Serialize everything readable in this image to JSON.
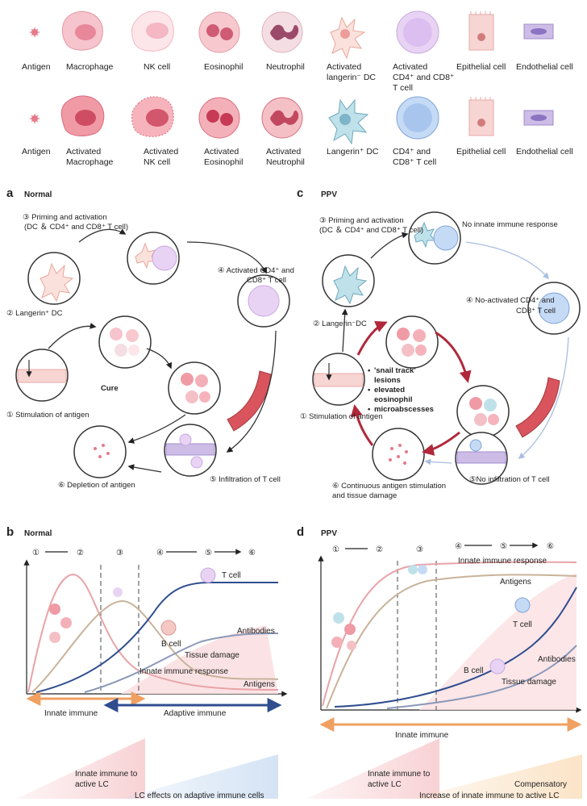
{
  "legend": {
    "row1": [
      "Antigen",
      "Macrophage",
      "NK cell",
      "Eosinophil",
      "Neutrophil",
      "Activated",
      "langerin⁻ DC",
      "Activated",
      "CD4⁺ and CD8⁺",
      "T cell",
      "Epithelial cell",
      "Endothelial cell"
    ],
    "row2": [
      "Antigen",
      "Activated",
      "Macrophage",
      "Activated",
      "NK cell",
      "Activated",
      "Eosinophil",
      "Activated",
      "Neutrophil",
      "Langerin⁺ DC",
      "CD4⁺ and",
      "CD8⁺ T cell",
      "Epithelial cell",
      "Endothelial cell"
    ]
  },
  "panel_a": {
    "letter": "a",
    "title": "Normal",
    "step3a": "③ Priming and activation",
    "step3b": "(DC ＆ CD4⁺ and CD8⁺ T cell)",
    "step4a": "④ Activated CD4⁺ and",
    "step4b": "CD8⁺ T cell",
    "step2": "② Langerin⁺ DC",
    "center": "Cure",
    "step1": "① Stimulation of antigen",
    "step5": "⑤ Infiltration of T cell",
    "step6": "⑥ Depletion of antigen"
  },
  "panel_c": {
    "letter": "c",
    "title": "PPV",
    "step3a": "③ Priming and activation",
    "step3b": "(DC ＆ CD4⁺ and CD8⁺ T cell)",
    "note": "No innate immune response",
    "step4a": "④ No-activated CD4⁺ and",
    "step4b": "CD8⁺ T cell",
    "step2": "② Langerin⁻DC",
    "bullets": [
      "'snail track'",
      "lesions",
      "elevated",
      "eosinophil",
      "microabscesses"
    ],
    "step1": "① Stimulation of antigen",
    "step5": "⑤No infiltration of T cell",
    "step6a": "⑥ Continuous antigen stimulation",
    "step6b": "and tissue damage"
  },
  "panel_b": {
    "letter": "b",
    "title": "Normal",
    "steps": [
      "①",
      "②",
      "③",
      "④",
      "⑤",
      "⑥"
    ],
    "curve_labels": {
      "t_cell": "T cell",
      "b_cell": "B cell",
      "antibodies": "Antibodies",
      "tissue_damage": "Tissue damage",
      "innate_response": "Innate immune response",
      "antigens": "Antigens"
    },
    "phase_innate": "Innate immune",
    "phase_adaptive": "Adaptive immune",
    "wedge1a": "Innate immune to",
    "wedge1b": "active LC",
    "wedge2": "LC effects on adaptive immune cells"
  },
  "panel_d": {
    "letter": "d",
    "title": "PPV",
    "steps": [
      "①",
      "②",
      "③",
      "④",
      "⑤",
      "⑥"
    ],
    "curve_labels": {
      "innate_response": "Innate immune response",
      "antigens": "Antigens",
      "t_cell": "T cell",
      "antibodies": "Antibodies",
      "b_cell": "B cell",
      "tissue_damage": "Tissue damage"
    },
    "phase_innate": "Innate immune",
    "wedge1a": "Innate immune to",
    "wedge1b": "active LC",
    "wedge2a": "Compensatory",
    "wedge2b": "Increase of innate immune to active LC"
  },
  "colors": {
    "innate_orange": "#f0a060",
    "adaptive_blue": "#2f4d8f",
    "dark_red": "#b0283a",
    "pink_curve": "#e8a3a8",
    "tan_curve": "#c9b39a"
  }
}
